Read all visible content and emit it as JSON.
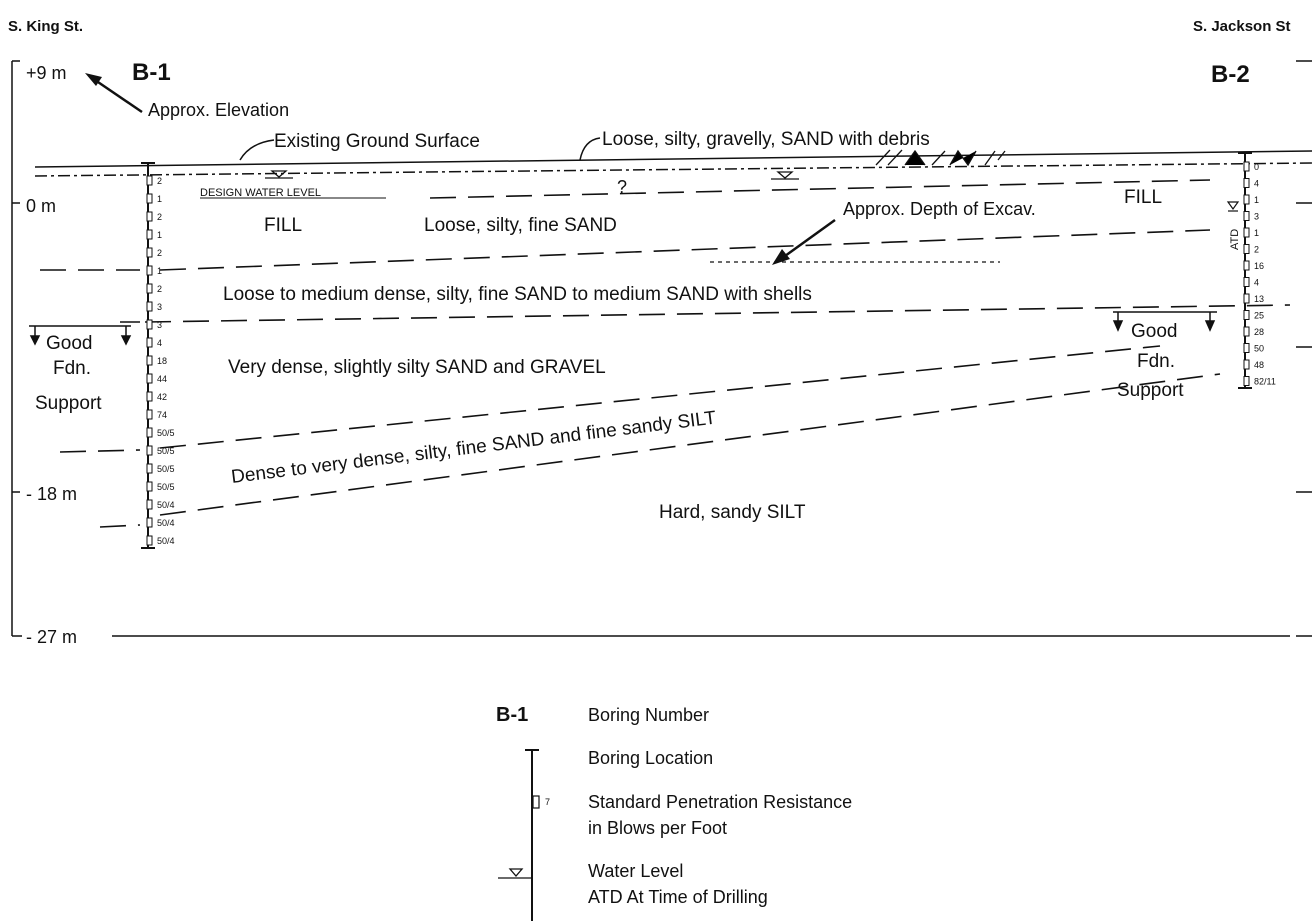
{
  "streets": {
    "left": "S. King St.",
    "right": "S. Jackson St"
  },
  "elevations": [
    "+9 m",
    "0 m",
    "- 18 m",
    "- 27 m"
  ],
  "borings": {
    "b1": {
      "name": "B-1",
      "blows": [
        "2",
        "1",
        "2",
        "1",
        "2",
        "1",
        "2",
        "3",
        "3",
        "4",
        "18",
        "44",
        "42",
        "74",
        "50/5",
        "50/5",
        "50/5",
        "50/5",
        "50/4",
        "50/4",
        "50/4"
      ]
    },
    "b2": {
      "name": "B-2",
      "atd": "ATD",
      "blows": [
        "0",
        "4",
        "1",
        "3",
        "1",
        "2",
        "16",
        "4",
        "13",
        "25",
        "28",
        "50",
        "48",
        "82/11"
      ]
    }
  },
  "labels": {
    "approx_elev": "Approx. Elevation",
    "ground_surface": "Existing Ground Surface",
    "debris": "Loose, silty, gravelly, SAND with debris",
    "design_water": "DESIGN WATER LEVEL",
    "fill_left": "FILL",
    "fill_right": "FILL",
    "question": "?",
    "loose_fine_sand": "Loose, silty, fine SAND",
    "excav": "Approx. Depth of Excav.",
    "loose_medium": "Loose to medium dense, silty, fine SAND to medium SAND with shells",
    "very_dense": "Very dense, slightly silty SAND and GRAVEL",
    "dense_very_dense": "Dense to very dense, silty, fine SAND and fine sandy SILT",
    "hard_silt": "Hard, sandy SILT",
    "good_left": [
      "Good",
      "Fdn.",
      "Support"
    ],
    "good_right": [
      "Good",
      "Fdn.",
      "Support"
    ]
  },
  "legend": {
    "boring_number_symbol": "B-1",
    "boring_number": "Boring Number",
    "boring_location": "Boring Location",
    "spt_sample_value": "7",
    "spt_line1": "Standard Penetration Resistance",
    "spt_line2": "in Blows per Foot",
    "water_line1": "Water Level",
    "water_line2": "ATD At Time of Drilling"
  }
}
